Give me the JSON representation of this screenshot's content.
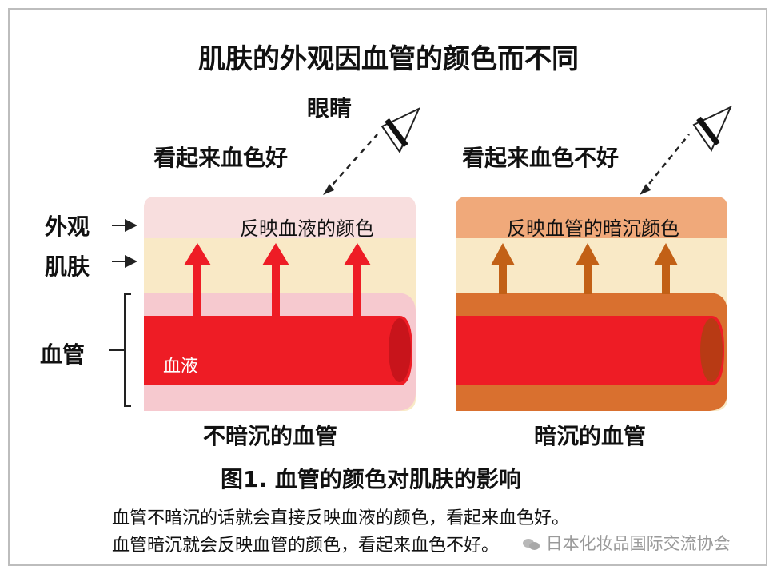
{
  "title": "肌肤的外观因血管的颜色而不同",
  "eye_label": "眼睛",
  "left": {
    "heading": "看起来血色好",
    "inner_text": "反映血液的颜色",
    "vessel_text": "血液",
    "caption": "不暗沉的血管"
  },
  "right": {
    "heading": "看起来血色不好",
    "inner_text": "反映血管的暗沉颜色",
    "caption": "暗沉的血管"
  },
  "side_labels": {
    "appearance": "外观",
    "skin": "肌肤",
    "vessel": "血管"
  },
  "figure_caption": "图1. 血管的颜色对肌肤的影响",
  "notes": [
    "血管不暗沉的话就会直接反映血液的颜色，看起来血色好。",
    "血管暗沉就会反映血管的颜色，看起来血色不好。"
  ],
  "watermark": "日本化妆品国际交流协会",
  "colors": {
    "blood": "#ee1c25",
    "vessel_wall_clear": "#f6c9cf",
    "skin": "#f9e9c6",
    "surface_left": "#f8dede",
    "surface_right": "#f0a97a",
    "vessel_wall_dull": "#d9702f",
    "arrow_dull": "#c26016"
  }
}
